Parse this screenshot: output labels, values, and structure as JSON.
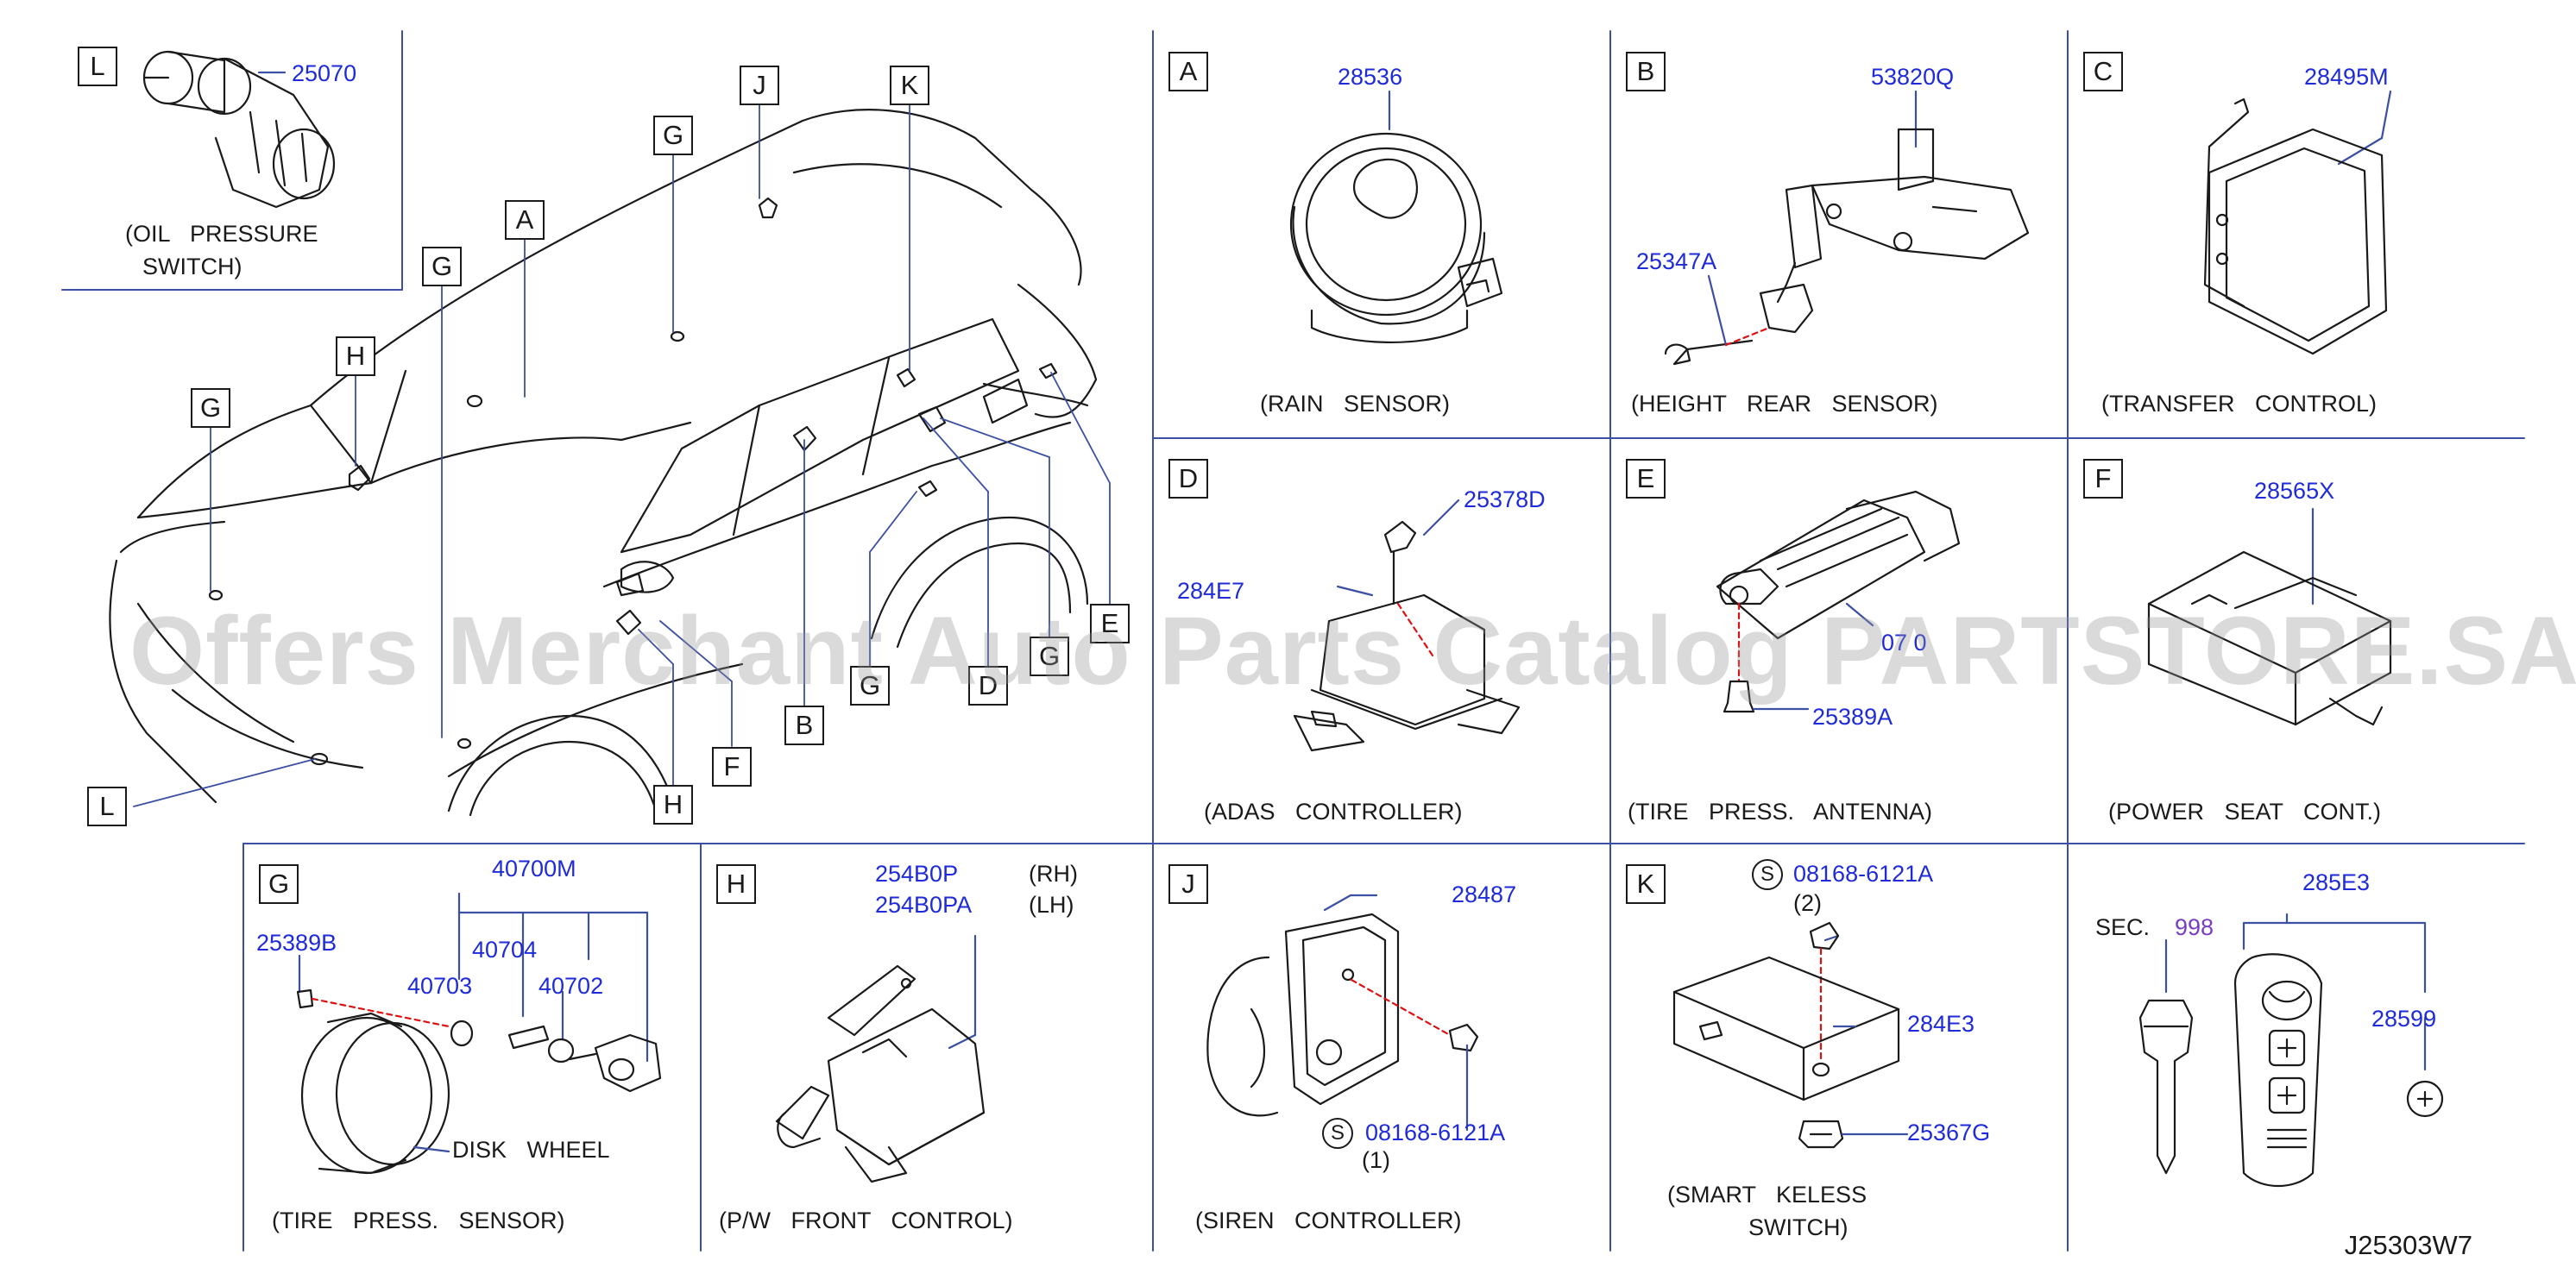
{
  "colors": {
    "part_number": "#1f2bd8",
    "section_ref": "#7a3dbf",
    "frame": "#3b4fa3",
    "line": "#1a1a1a"
  },
  "diagram_id": "J25303W7",
  "watermark": "Offers Merchant Auto Parts Catalog PARTSTORE.SA",
  "vehicle_callouts": [
    "L",
    "J",
    "K",
    "G",
    "A",
    "G",
    "H",
    "G",
    "L",
    "H",
    "F",
    "B",
    "G",
    "D",
    "G",
    "E"
  ],
  "panels": {
    "L": {
      "letter": "L",
      "parts": [
        "25070"
      ],
      "caption_l1": "(OIL   PRESSURE",
      "caption_l2": "SWITCH)"
    },
    "A": {
      "letter": "A",
      "parts": [
        "28536"
      ],
      "caption": "(RAIN   SENSOR)"
    },
    "B": {
      "letter": "B",
      "parts": [
        "53820Q",
        "25347A"
      ],
      "caption": "(HEIGHT   REAR   SENSOR)"
    },
    "C": {
      "letter": "C",
      "parts": [
        "28495M"
      ],
      "caption": "(TRANSFER   CONTROL)"
    },
    "D": {
      "letter": "D",
      "parts": [
        "25378D",
        "284E7"
      ],
      "caption": "(ADAS   CONTROLLER)"
    },
    "E": {
      "letter": "E",
      "parts": [
        "07  0",
        "25389A"
      ],
      "caption": "(TIRE   PRESS.   ANTENNA)"
    },
    "F": {
      "letter": "F",
      "parts": [
        "28565X"
      ],
      "caption": "(POWER   SEAT   CONT.)"
    },
    "G": {
      "letter": "G",
      "parts": [
        "40700M",
        "25389B",
        "40704",
        "40703",
        "40702"
      ],
      "label": "DISK   WHEEL",
      "caption": "(TIRE   PRESS.   SENSOR)"
    },
    "H": {
      "letter": "H",
      "parts": [
        "254B0P",
        "254B0PA"
      ],
      "sides": [
        "(RH)",
        "(LH)"
      ],
      "caption": "(P/W   FRONT   CONTROL)"
    },
    "J": {
      "letter": "J",
      "parts": [
        "28487",
        "08168-6121A"
      ],
      "qty": "(1)",
      "symbol": "S",
      "caption": "(SIREN   CONTROLLER)"
    },
    "K": {
      "letter": "K",
      "parts": [
        "08168-6121A",
        "284E3",
        "25367G"
      ],
      "qty": "(2)",
      "symbol": "S",
      "caption_l1": "(SMART   KELESS",
      "caption_l2": "SWITCH)"
    },
    "key": {
      "sec_label": "SEC.",
      "sec_ref": "998",
      "parts": [
        "285E3",
        "28599"
      ]
    }
  }
}
